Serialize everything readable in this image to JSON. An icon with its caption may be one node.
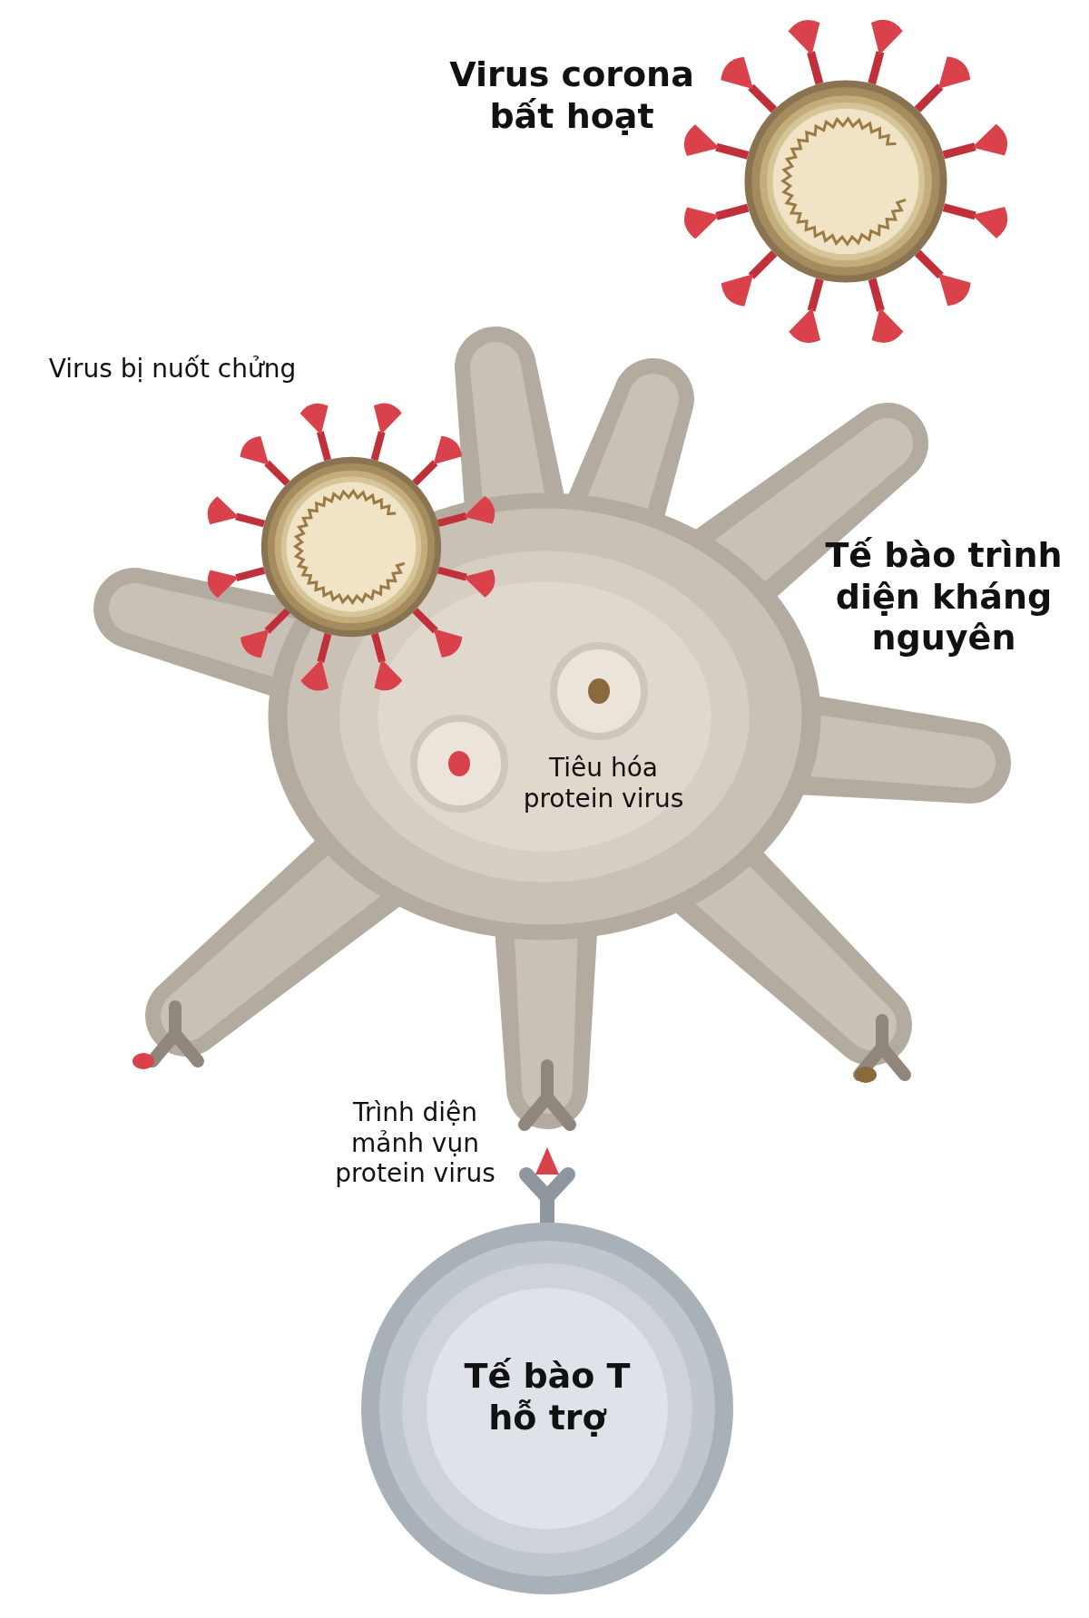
{
  "diagram": {
    "nodes": [
      {
        "text": [
          "Virus corona bất hoạt"
        ]
      },
      {
        "text": [
          "Tế bào trình diện kháng nguyên"
        ]
      },
      {
        "text": [
          "Virus bị nuốt chửng"
        ]
      },
      {
        "text": [
          "Tiêu hóa protein virus"
        ],
        "in": 1
      },
      {
        "text": [
          "Tế bào T hỗ trợ"
        ]
      }
    ],
    "edges": [],
    "labels": [
      "Trình diện mảnh vụn protein virus"
    ]
  }
}
